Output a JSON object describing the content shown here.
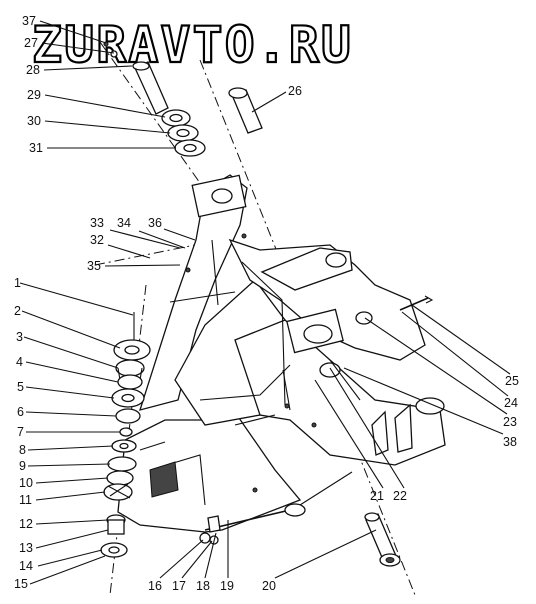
{
  "watermark": "ZURAVTO.RU",
  "callouts": [
    {
      "id": "c37",
      "text": "37"
    },
    {
      "id": "c27",
      "text": "27"
    },
    {
      "id": "c28",
      "text": "28"
    },
    {
      "id": "c29",
      "text": "29"
    },
    {
      "id": "c30",
      "text": "30"
    },
    {
      "id": "c31",
      "text": "31"
    },
    {
      "id": "c26",
      "text": "26"
    },
    {
      "id": "c33",
      "text": "33"
    },
    {
      "id": "c34",
      "text": "34"
    },
    {
      "id": "c36",
      "text": "36"
    },
    {
      "id": "c32",
      "text": "32"
    },
    {
      "id": "c35",
      "text": "35"
    },
    {
      "id": "c1",
      "text": "1"
    },
    {
      "id": "c2",
      "text": "2"
    },
    {
      "id": "c3",
      "text": "3"
    },
    {
      "id": "c4",
      "text": "4"
    },
    {
      "id": "c5",
      "text": "5"
    },
    {
      "id": "c6",
      "text": "6"
    },
    {
      "id": "c7",
      "text": "7"
    },
    {
      "id": "c8",
      "text": "8"
    },
    {
      "id": "c9",
      "text": "9"
    },
    {
      "id": "c10",
      "text": "10"
    },
    {
      "id": "c11",
      "text": "11"
    },
    {
      "id": "c12",
      "text": "12"
    },
    {
      "id": "c13",
      "text": "13"
    },
    {
      "id": "c14",
      "text": "14"
    },
    {
      "id": "c15",
      "text": "15"
    },
    {
      "id": "c16",
      "text": "16"
    },
    {
      "id": "c17",
      "text": "17"
    },
    {
      "id": "c18",
      "text": "18"
    },
    {
      "id": "c19",
      "text": "19"
    },
    {
      "id": "c20",
      "text": "20"
    },
    {
      "id": "c21",
      "text": "21"
    },
    {
      "id": "c22",
      "text": "22"
    },
    {
      "id": "c23",
      "text": "23"
    },
    {
      "id": "c24",
      "text": "24"
    },
    {
      "id": "c25",
      "text": "25"
    },
    {
      "id": "c38",
      "text": "38"
    }
  ]
}
